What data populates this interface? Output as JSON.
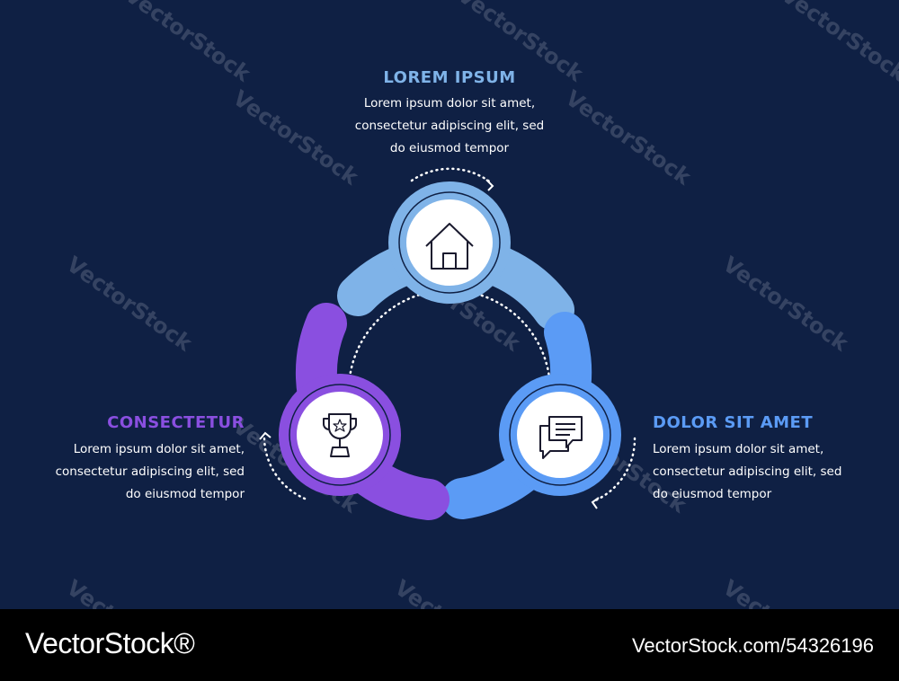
{
  "colors": {
    "background": "#0f2044",
    "top": "#7fb3e8",
    "left": "#8a4fe0",
    "right": "#5b9bf5",
    "footer": "#000000"
  },
  "steps": [
    {
      "title": "LOREM IPSUM",
      "lines": [
        "Lorem ipsum dolor sit amet,",
        "consectetur adipiscing elit, sed",
        "do eiusmod tempor"
      ],
      "icon": "home-icon"
    },
    {
      "title": "DOLOR SIT AMET",
      "lines": [
        "Lorem ipsum dolor sit amet,",
        "consectetur adipiscing elit, sed",
        "do eiusmod tempor"
      ],
      "icon": "chat-bubbles-icon"
    },
    {
      "title": "CONSECTETUR",
      "lines": [
        "Lorem ipsum dolor sit amet,",
        "consectetur adipiscing elit, sed",
        "do eiusmod tempor"
      ],
      "icon": "trophy-icon"
    }
  ],
  "watermark": "VectorStock",
  "footer": {
    "brand": "VectorStock®",
    "image_id": "VectorStock.com/54326196"
  }
}
